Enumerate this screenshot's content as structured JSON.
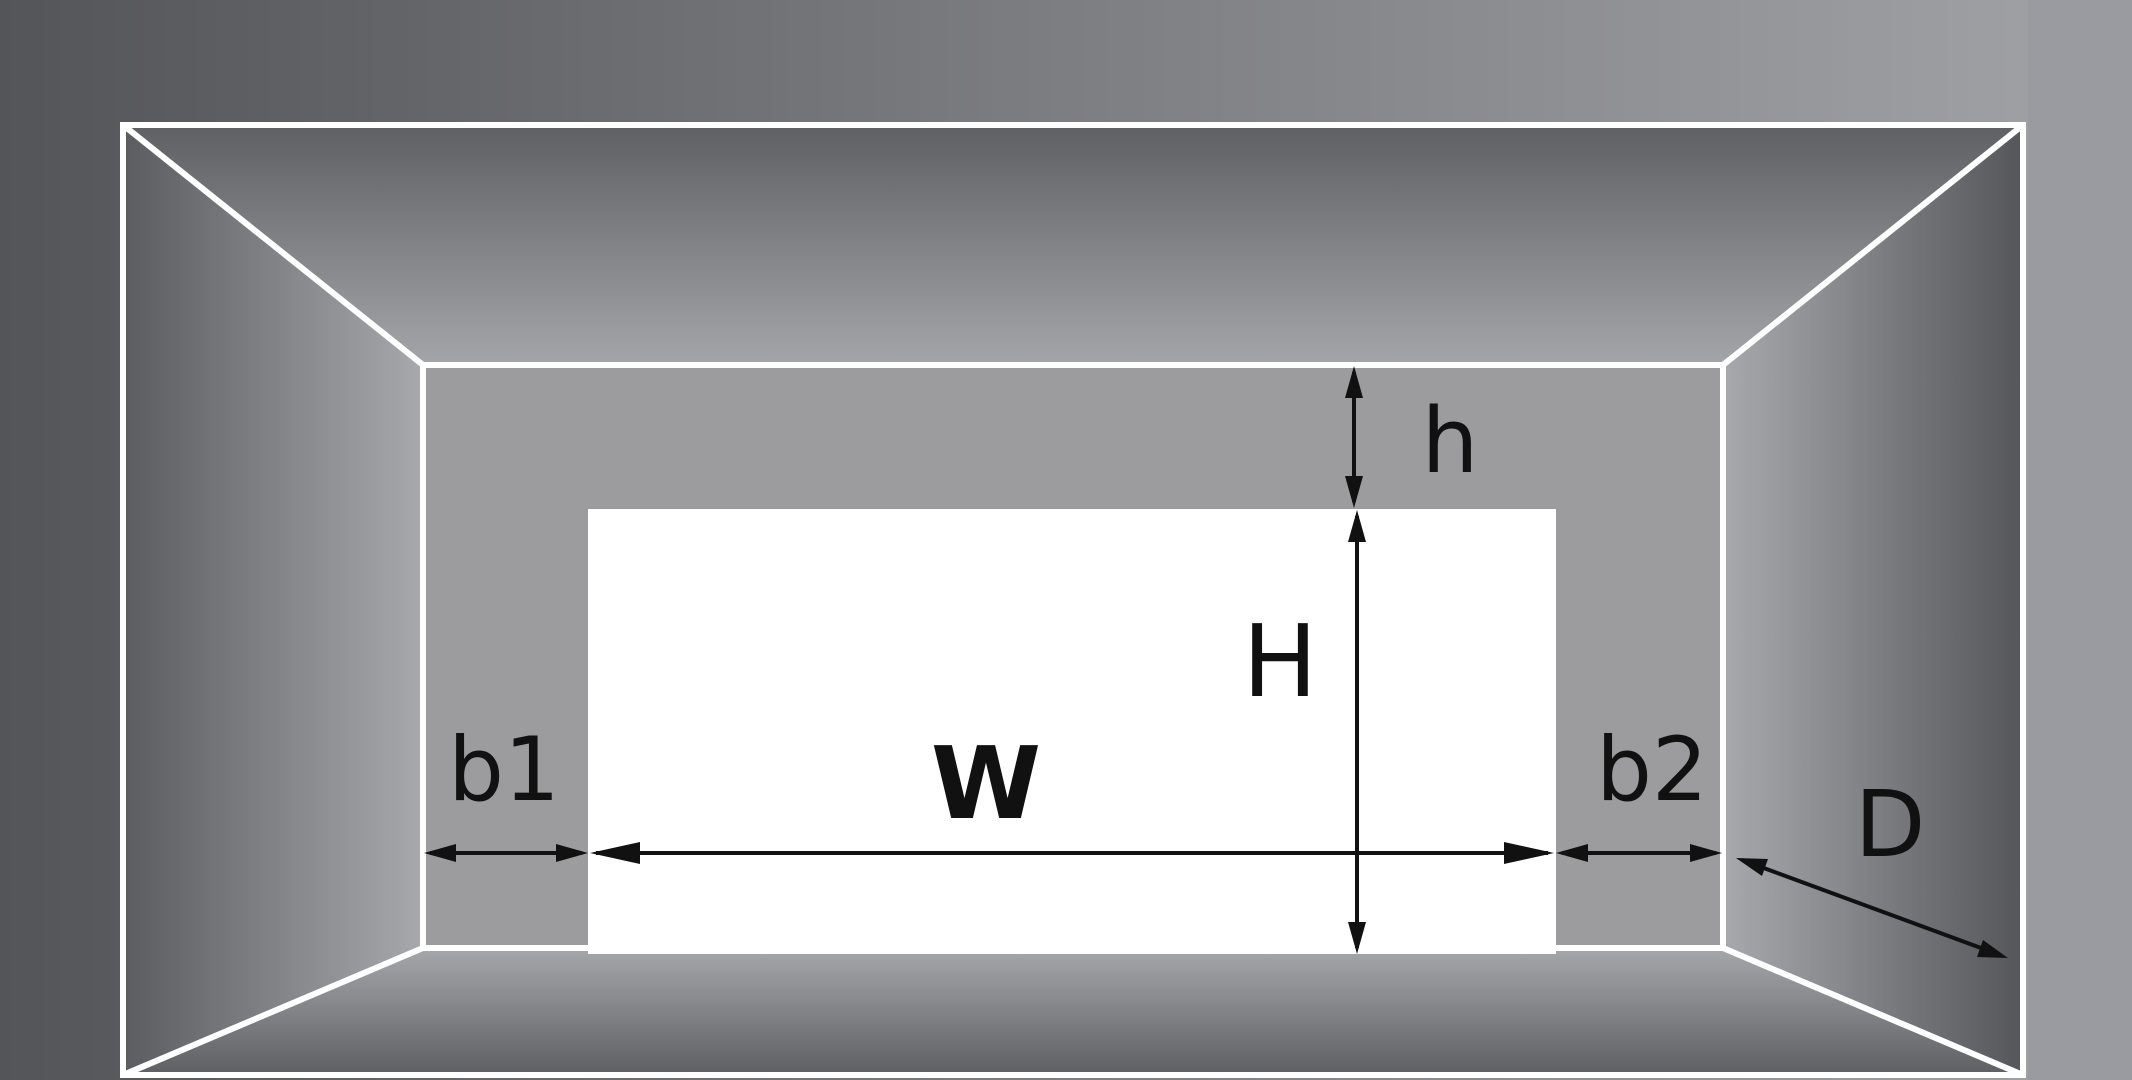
{
  "diagram": {
    "labels": {
      "h": "h",
      "H": "H",
      "W": "W",
      "b1": "b1",
      "b2": "b2",
      "D": "D"
    },
    "colors": {
      "background_dark": "#5c5d61",
      "background_light": "#9a9b9f",
      "wall": "#9c9c9f",
      "opening": "#ffffff",
      "outline": "#ffffff",
      "dimension": "#111111"
    }
  }
}
